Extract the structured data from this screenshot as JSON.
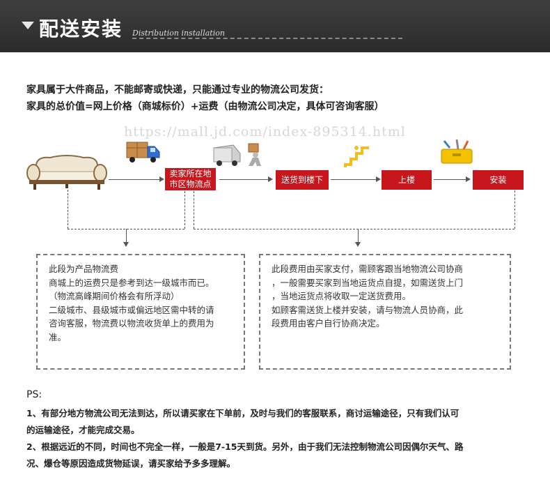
{
  "header": {
    "title": "配送安装",
    "subtitle": "Distribution installation"
  },
  "intro": {
    "line1": "家具属于大件商品，不能邮寄或快递，只能通过专业的物流公司发货：",
    "line2": "家具的总价值=网上价格（商城标价）+运费（由物流公司决定，具体可咨询客服）"
  },
  "watermark": "https://mall.jd.com/index-895314.html",
  "flow": {
    "steps": [
      {
        "label1": "卖家所在地",
        "label2": "市区物流点"
      },
      {
        "label1": "送货到楼下",
        "label2": ""
      },
      {
        "label1": "上楼",
        "label2": ""
      },
      {
        "label1": "安装",
        "label2": ""
      }
    ],
    "icons": [
      "sofa-icon",
      "delivery-truck-icon",
      "porter-loading-icon",
      "stairs-icon",
      "toolbox-icon"
    ]
  },
  "notes": {
    "left": [
      "此段为产品物流费",
      "商城上的运费只是参考到达一级城市而已。",
      "（物流高峰期间价格会有所浮动）",
      "二级城市、县级城市或偏远地区需中转的请",
      "咨询客服，物流费以物流收货单上的费用为",
      "准。"
    ],
    "right": [
      "此段费用由买家支付，需顾客跟当地物流公司协商",
      "，一般需要买家到当地运货点自提，如需送货上门",
      "，当地运货点将收取一定送货费用。",
      "如顾客需送货上楼并安装，请与物流人员协商，此",
      "段费用由客户自行协商决定。"
    ]
  },
  "ps": {
    "title": "PS:",
    "lines": [
      "1、有部分地方物流公司无法到达，所以请买家在下单前，及时与我们的客服联系，商讨运输途径，只有我们认可",
      "的运输途径，才能完成交易。",
      "2、根据远近的不同，时间也不完全一样，一般是7-15天到货。另外，由于我们无法控制物流公司因偶尔天气、路",
      "况、爆仓等原因造成货物延误，请买家给予多多理解。"
    ]
  },
  "colors": {
    "header_bg": "#333333",
    "step_red": "#c8161d"
  }
}
